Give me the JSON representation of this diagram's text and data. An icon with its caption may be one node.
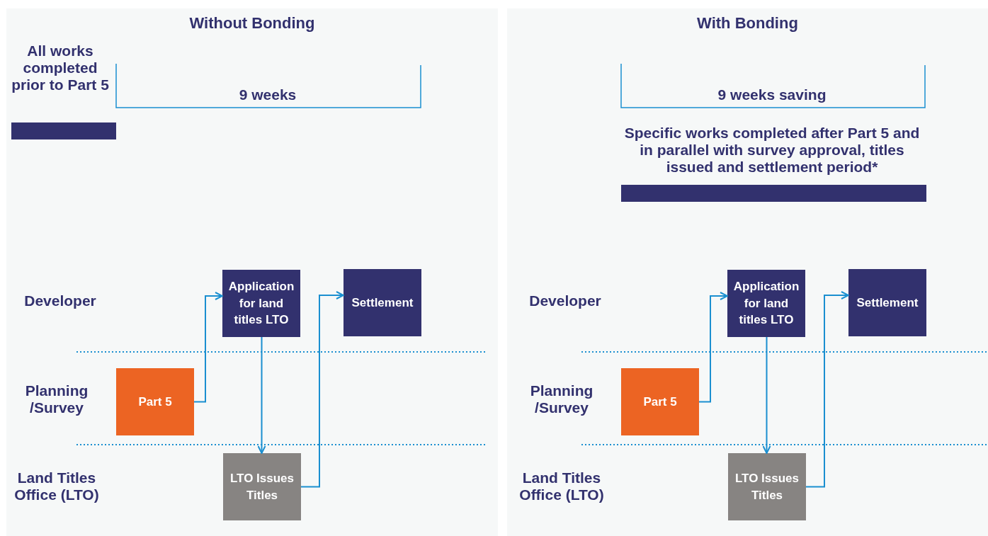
{
  "diagram": {
    "nodes": [
      {
        "text": [
          "Without Bonding"
        ]
      },
      {
        "text": [
          "Application for land titles LTO"
        ],
        "in": 0
      },
      {
        "text": [
          "Settlement"
        ],
        "in": 0
      },
      {
        "text": [
          "Part 5"
        ],
        "in": 0
      },
      {
        "text": [
          "LTO Issues Titles"
        ],
        "in": 0
      },
      {
        "text": [
          "With Bonding"
        ]
      },
      {
        "text": [
          "Application for land titles LTO"
        ],
        "in": 5
      },
      {
        "text": [
          "Settlement"
        ],
        "in": 5
      },
      {
        "text": [
          "Part 5"
        ],
        "in": 5
      },
      {
        "text": [
          "LTO Issues Titles"
        ],
        "in": 5
      },
      {
        "text": [],
        "shape": "bar",
        "in": 0
      },
      {
        "text": [],
        "shape": "bar",
        "in": 5
      }
    ],
    "edges": [
      {
        "from": 3,
        "to": 1,
        "arrow": "to"
      },
      {
        "from": 1,
        "to": 4,
        "arrow": "to"
      },
      {
        "from": 4,
        "to": 2,
        "arrow": "to"
      },
      {
        "from": 8,
        "to": 6,
        "arrow": "to"
      },
      {
        "from": 6,
        "to": 9,
        "arrow": "to"
      },
      {
        "from": 9,
        "to": 7,
        "arrow": "to"
      }
    ],
    "labels": [
      "All works completed prior to Part 5",
      "9 weeks",
      "Developer",
      "Planning /Survey",
      "Land Titles Office (LTO)",
      "9 weeks saving",
      "Specific works completed after Part 5 and in parallel with survey approval, titles issued and settlement period*",
      "Developer",
      "Planning /Survey",
      "Land Titles Office (LTO)"
    ]
  }
}
